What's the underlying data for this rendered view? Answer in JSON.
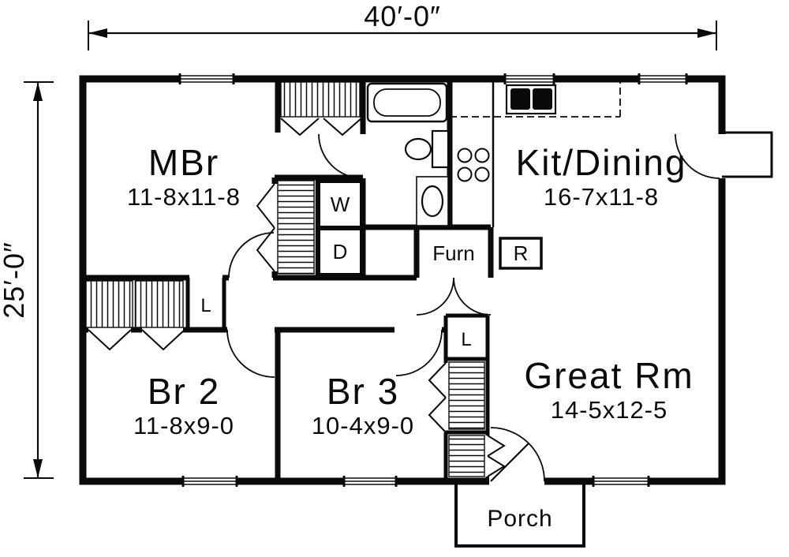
{
  "plan": {
    "dimensions": {
      "width": "40′-0″",
      "height": "25′-0″"
    },
    "rooms": {
      "mbr": {
        "name": "MBr",
        "size": "11-8x11-8"
      },
      "kit": {
        "name": "Kit/Dining",
        "size": "16-7x11-8"
      },
      "br2": {
        "name": "Br 2",
        "size": "11-8x9-0"
      },
      "br3": {
        "name": "Br 3",
        "size": "10-4x9-0"
      },
      "great": {
        "name": "Great Rm",
        "size": "14-5x12-5"
      },
      "porch": {
        "name": "Porch"
      }
    },
    "labels": {
      "furnace": "Furn",
      "refrigerator": "R",
      "washer": "W",
      "dryer": "D",
      "linen_hall": "L",
      "linen_br3": "L"
    },
    "colors": {
      "ink": "#0a0a0a",
      "paper": "#ffffff"
    }
  }
}
